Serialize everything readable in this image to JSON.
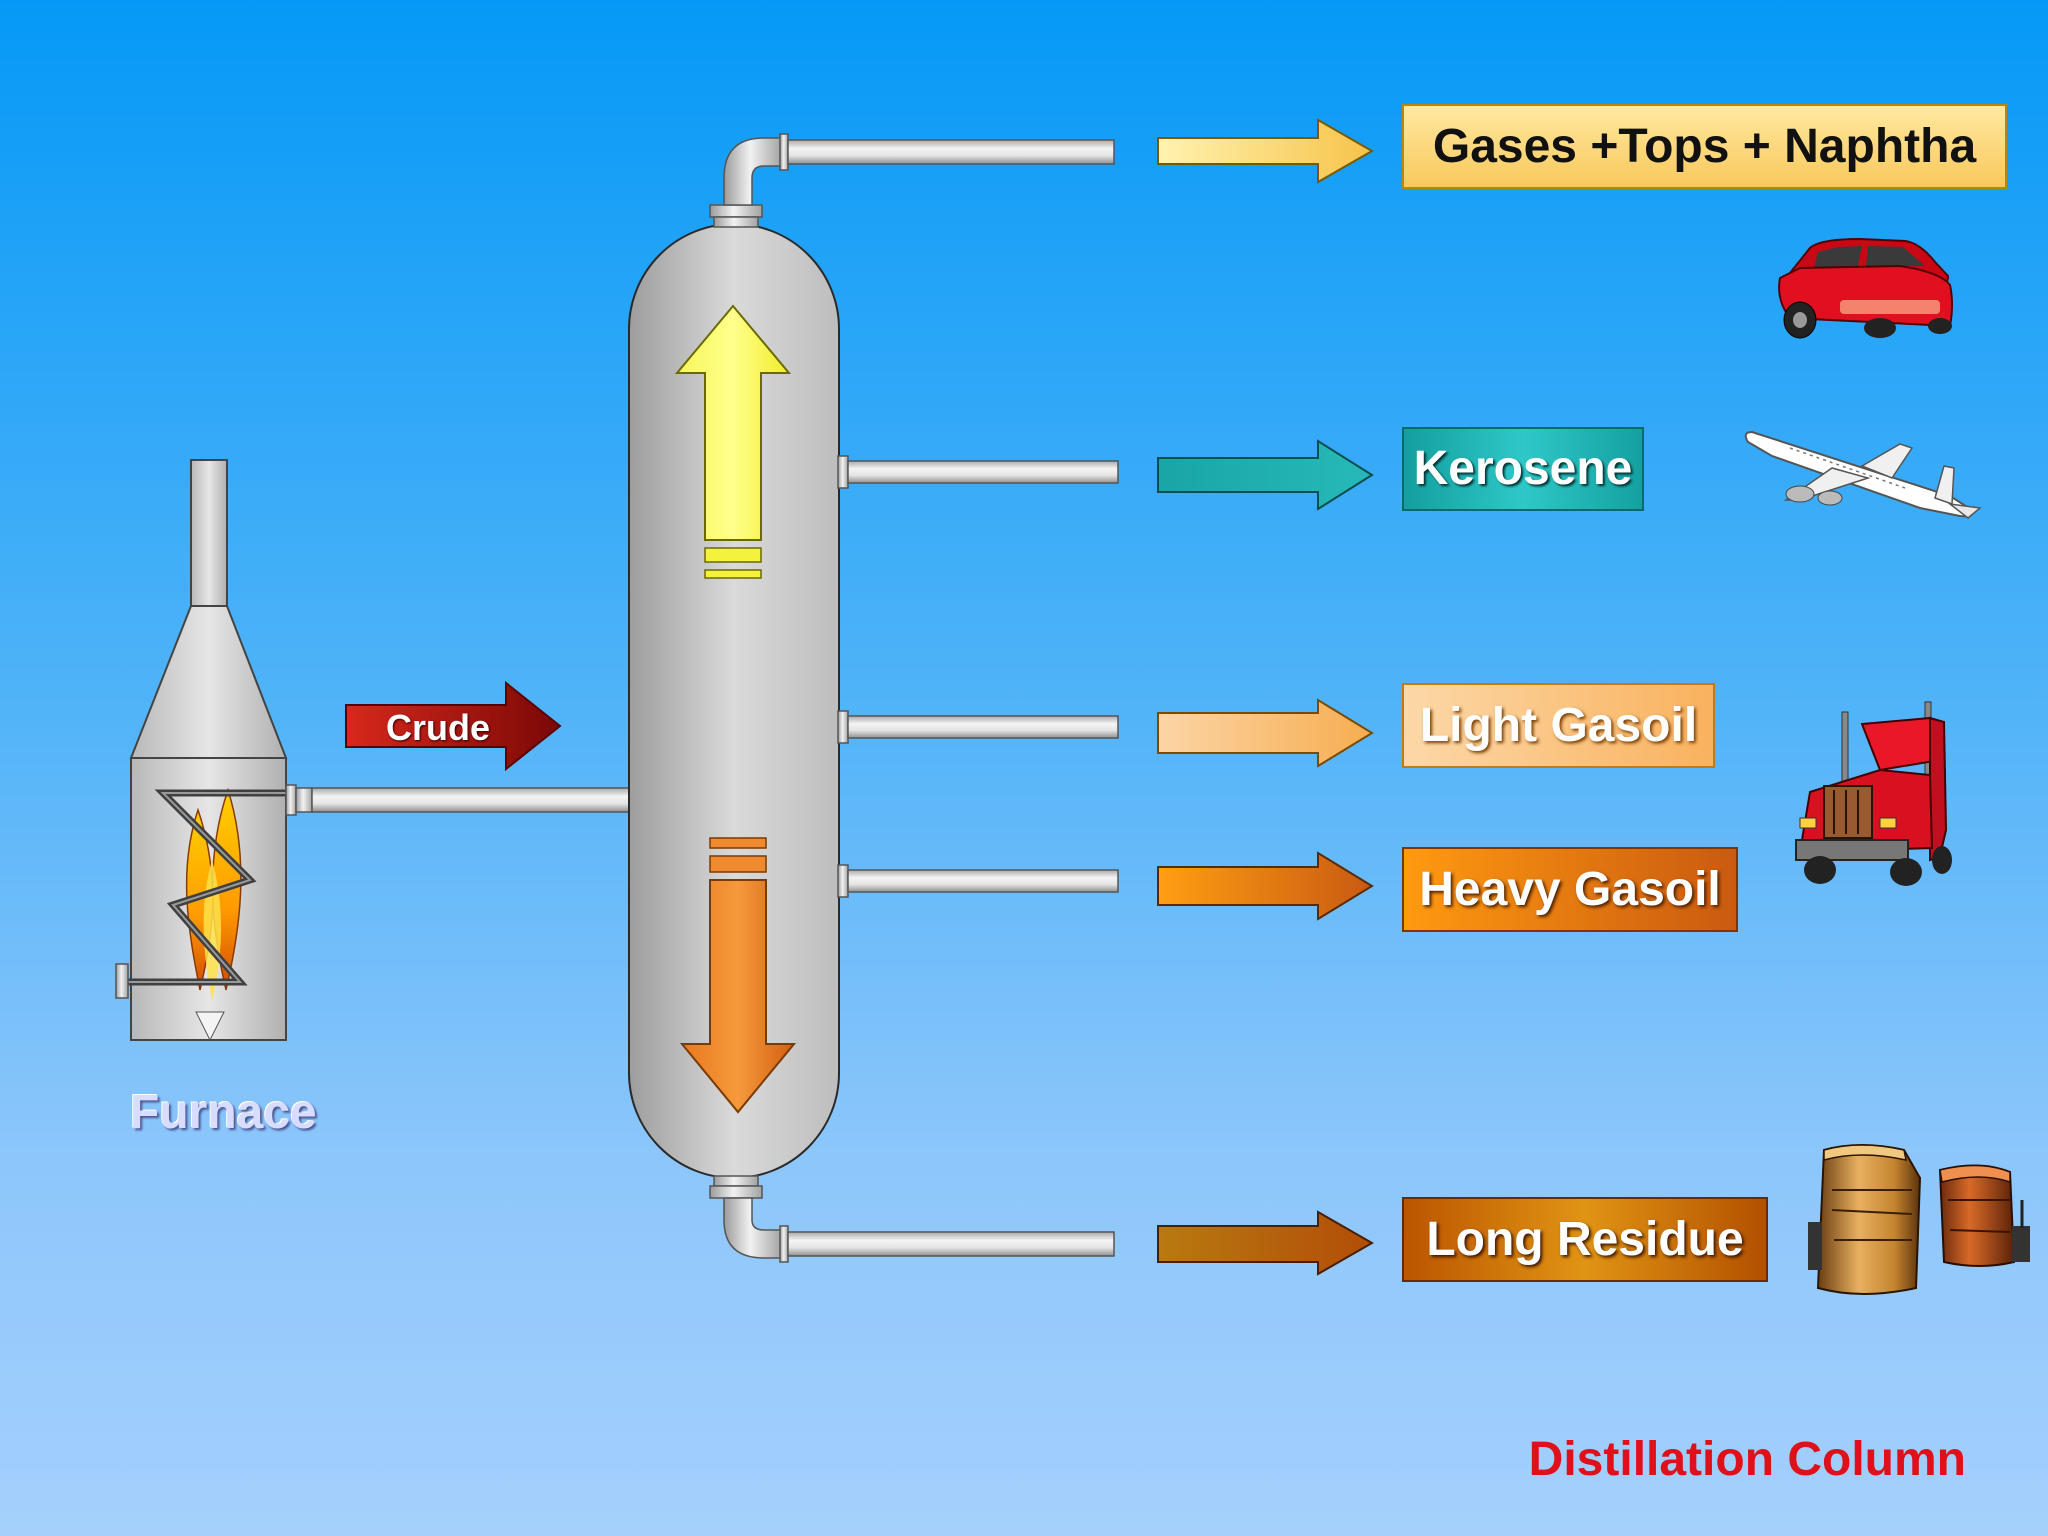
{
  "furnace": {
    "label": "Furnace"
  },
  "feed": {
    "label": "Crude"
  },
  "column": {
    "title": "Distillation Column"
  },
  "products": {
    "gases": "Gases +Tops + Naphtha",
    "kerosene": "Kerosene",
    "light_gasoil": "Light Gasoil",
    "heavy_gasoil": "Heavy Gasoil",
    "long_residue": "Long Residue"
  },
  "icons": [
    "car-icon",
    "airplane-icon",
    "truck-icon",
    "oil-tanks-icon",
    "fire-icon",
    "up-arrow-icon",
    "down-arrow-icon"
  ],
  "colors": {
    "background_top": "#0599f7",
    "background_bottom": "#a5d0fc",
    "title": "#e0101a",
    "gases": "#f9c85c",
    "kerosene": "#2ec8c8",
    "light_gasoil": "#f9b25e",
    "heavy_gasoil": "#ff9a10",
    "long_residue": "#e09414",
    "crude": "#c0120c"
  }
}
